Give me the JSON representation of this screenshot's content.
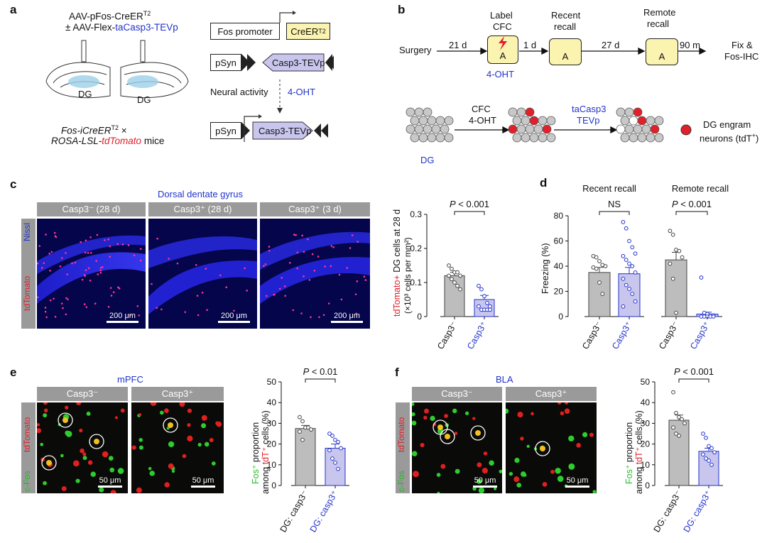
{
  "panel_a": {
    "label": "a",
    "virus_line1": "AAV-pFos-CreER",
    "virus_line1_sup": "T2",
    "virus_line2_prefix": "± AAV-Flex-",
    "virus_line2_blue": "taCasp3-TEVp",
    "dg_left": "DG",
    "dg_right": "DG",
    "mice_line1_italic": "Fos-iCreER",
    "mice_line1_sup": "T2",
    "mice_line1_suffix": " ×",
    "mice_line2_a": "ROSA-LSL-",
    "mice_line2_red": "tdTomato",
    "mice_line2_b": " mice",
    "fos_promoter": "Fos promoter",
    "creer": "CreER",
    "creer_sup": "T2",
    "psyn1": "pSyn",
    "casp_inverted": "Casp3-TEVp",
    "neural_activity": "Neural activity",
    "oht": "4-OHT",
    "psyn2": "pSyn",
    "casp_forward": "Casp3-TEVp"
  },
  "panel_b": {
    "label": "b",
    "surgery": "Surgery",
    "d21": "21 d",
    "label_cfc_1": "Label",
    "label_cfc_2": "CFC",
    "box_a": "A",
    "oht": "4-OHT",
    "d1": "1 d",
    "recent_1": "Recent",
    "recent_2": "recall",
    "d27": "27 d",
    "remote_1": "Remote",
    "remote_2": "recall",
    "m90": "90 m",
    "fix_1": "Fix &",
    "fix_2": "Fos-IHC",
    "dg": "DG",
    "cfc": "CFC",
    "cfc_oht": "4-OHT",
    "tacasp": "taCasp3",
    "tevp": "TEVp",
    "legend_1": "DG engram",
    "legend_2": "neurons (tdT",
    "legend_sup": "+",
    "legend_end": ")"
  },
  "panel_c": {
    "label": "c",
    "title": "Dorsal dentate gyrus",
    "col1": "Casp3⁻ (28 d)",
    "col2": "Casp3⁺ (28 d)",
    "col3": "Casp3⁺ (3 d)",
    "stain_nissl": "Nissl",
    "stain_td": "tdTomato",
    "scale": "200 μm"
  },
  "panel_d": {
    "label": "d",
    "recent_title": "Recent recall",
    "remote_title": "Remote recall"
  },
  "panel_e": {
    "label": "e",
    "title": "mPFC",
    "col1": "Casp3⁻",
    "col2": "Casp3⁺",
    "stain_fos": "c-Fos",
    "stain_td": "tdTomato",
    "scale": "50 μm"
  },
  "panel_f": {
    "label": "f",
    "title": "BLA",
    "col1": "Casp3⁻",
    "col2": "Casp3⁺",
    "stain_fos": "c-Fos",
    "stain_td": "tdTomato",
    "scale": "50 μm"
  },
  "colors": {
    "grey_bar": "#bdbdbd",
    "blue_bar": "#c9c6ee",
    "blue_text": "#2233cc",
    "red_text": "#e0202a",
    "green_text": "#22bb22"
  },
  "chart_data": [
    {
      "id": "c_quant",
      "type": "bar",
      "categories": [
        "Casp3⁻",
        "Casp3⁺"
      ],
      "values": [
        0.12,
        0.05
      ],
      "sem": [
        0.01,
        0.012
      ],
      "points": [
        [
          0.15,
          0.14,
          0.13,
          0.13,
          0.12,
          0.12,
          0.11,
          0.1,
          0.09,
          0.08
        ],
        [
          0.09,
          0.08,
          0.06,
          0.04,
          0.03,
          0.03,
          0.02,
          0.02,
          0.02,
          0.02
        ]
      ],
      "ylabel_red": "tdTomato+",
      "ylabel_rest": " DG cells at 28 d",
      "ylabel_line2": "(×10³ cells per mm²)",
      "ylim": [
        0,
        0.3
      ],
      "yticks": [
        "0",
        "0.1",
        "0.2",
        "0.3"
      ],
      "stat": "P < 0.001"
    },
    {
      "id": "d_recent",
      "type": "bar",
      "title": "Recent recall",
      "categories": [
        "Casp3⁻",
        "Casp3⁺"
      ],
      "values": [
        35,
        34
      ],
      "sem": [
        4,
        5
      ],
      "points": [
        [
          48,
          47,
          44,
          41,
          40,
          39,
          38,
          27,
          18
        ],
        [
          75,
          70,
          60,
          55,
          50,
          48,
          45,
          42,
          40,
          35,
          30,
          25,
          22,
          18,
          12,
          8
        ]
      ],
      "ylabel": "Freezing (%)",
      "ylim": [
        0,
        80
      ],
      "yticks": [
        "0",
        "20",
        "40",
        "60",
        "80"
      ],
      "stat": "NS"
    },
    {
      "id": "d_remote",
      "type": "bar",
      "title": "Remote recall",
      "categories": [
        "Casp3⁻",
        "Casp3⁺"
      ],
      "values": [
        45,
        2
      ],
      "sem": [
        6,
        1.5
      ],
      "points": [
        [
          68,
          65,
          53,
          52,
          47,
          42,
          30,
          3
        ],
        [
          31,
          3,
          2,
          1,
          1,
          0,
          0,
          0,
          0,
          0
        ]
      ],
      "ylim": [
        0,
        80
      ],
      "stat": "P < 0.001"
    },
    {
      "id": "e_quant",
      "type": "bar",
      "categories": [
        "DG: casp3⁻",
        "DG: casp3⁺"
      ],
      "values": [
        27.5,
        18
      ],
      "sem": [
        1.5,
        2
      ],
      "points": [
        [
          33,
          31,
          28,
          28,
          27,
          26,
          22
        ],
        [
          25,
          24,
          22,
          21,
          18,
          17,
          13,
          11,
          8
        ]
      ],
      "ylabel_fos": "Fos⁺",
      "ylabel_rest": " proportion",
      "ylabel_line2_a": "among ",
      "ylabel_line2_td": "tdT⁺",
      "ylabel_line2_b": " cells (%)",
      "ylim": [
        0,
        50
      ],
      "yticks": [
        "0",
        "10",
        "20",
        "30",
        "40",
        "50"
      ],
      "stat": "P < 0.01"
    },
    {
      "id": "f_quant",
      "type": "bar",
      "categories": [
        "DG: casp3⁻",
        "DG: casp3⁺"
      ],
      "values": [
        31.5,
        16.5
      ],
      "sem": [
        2.5,
        1.5
      ],
      "points": [
        [
          45,
          35,
          33,
          32,
          30,
          28,
          25,
          24
        ],
        [
          25,
          23,
          19,
          18,
          16,
          15,
          13,
          12,
          10
        ]
      ],
      "ylabel_fos": "Fos⁺",
      "ylabel_rest": " proportion",
      "ylabel_line2_a": "among ",
      "ylabel_line2_td": "tdT⁺",
      "ylabel_line2_b": " cells (%)",
      "ylim": [
        0,
        50
      ],
      "yticks": [
        "0",
        "10",
        "20",
        "30",
        "40",
        "50"
      ],
      "stat": "P < 0.001"
    }
  ]
}
